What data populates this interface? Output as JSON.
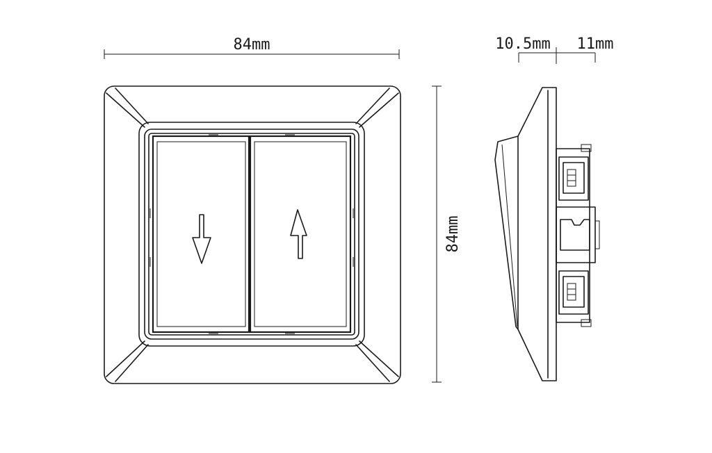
{
  "dimensions": {
    "width_label": "84mm",
    "height_label": "84mm",
    "depth_front_label": "10.5mm",
    "depth_back_label": "11mm"
  },
  "switch": {
    "left_rocker_arrow": "down-arrow-icon",
    "right_rocker_arrow": "up-arrow-icon"
  }
}
